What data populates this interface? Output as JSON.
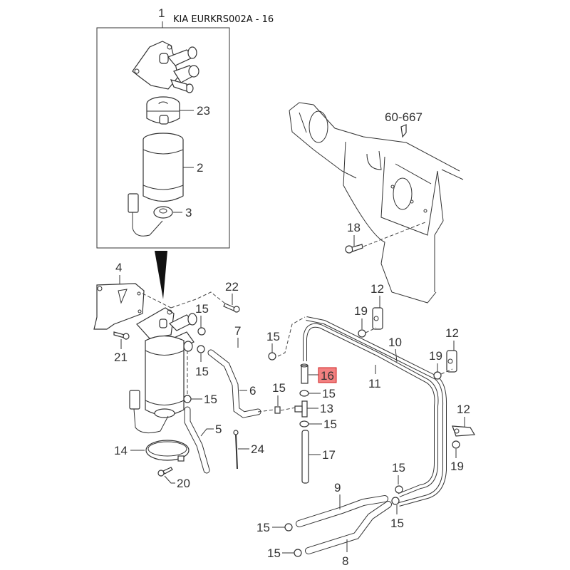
{
  "title": "KIA EURKRS002A - 16",
  "highlight_color": "#f28080",
  "highlighted_part": "16",
  "callouts": {
    "c1": "1",
    "c23": "23",
    "c2": "2",
    "c3": "3",
    "c60_667": "60-667",
    "c18": "18",
    "c4": "4",
    "c21": "21",
    "c22": "22",
    "c15a": "15",
    "c15b": "15",
    "c15c": "15",
    "c15d": "15",
    "c15e": "15",
    "c15f": "15",
    "c15g": "15",
    "c15h": "15",
    "c15i": "15",
    "c15j": "15",
    "c15k": "15",
    "c7": "7",
    "c6": "6",
    "c5": "5",
    "c14": "14",
    "c20": "20",
    "c24": "24",
    "c16": "16",
    "c13": "13",
    "c17": "17",
    "c10": "10",
    "c11": "11",
    "c9": "9",
    "c8": "8",
    "c12a": "12",
    "c12b": "12",
    "c12c": "12",
    "c19a": "19",
    "c19b": "19",
    "c19c": "19"
  }
}
